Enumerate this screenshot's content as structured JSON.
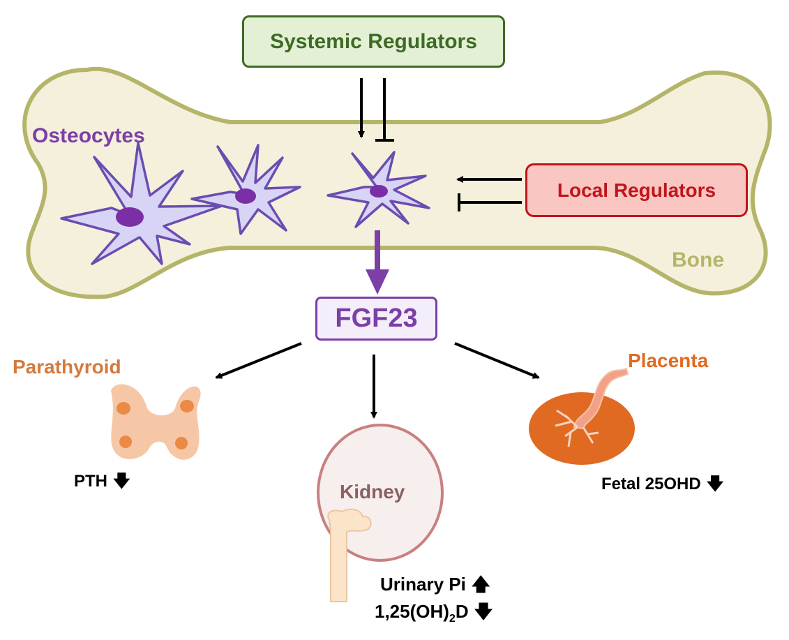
{
  "labels": {
    "systemic": "Systemic Regulators",
    "local": "Local Regulators",
    "osteocytes": "Osteocytes",
    "bone": "Bone",
    "fgf23": "FGF23",
    "parathyroid": "Parathyroid",
    "placenta": "Placenta",
    "kidney": "Kidney",
    "pth": "PTH",
    "fetal": "Fetal 25OHD",
    "urinary": "Urinary Pi",
    "vitd_prefix": "1,25(OH)",
    "vitd_sub": "2",
    "vitd_suffix": "D"
  },
  "effects": {
    "pth": "decrease",
    "fetal_25ohd": "decrease",
    "urinary_pi": "increase",
    "vitamin_d": "decrease"
  },
  "colors": {
    "systemic_text": "#3f6a25",
    "systemic_fill": "#e3f0d6",
    "local_text": "#c0141b",
    "local_fill": "#f9c6c2",
    "osteocyte": "#7b3fa6",
    "bone_fill": "#f5f0dc",
    "bone_stroke": "#b5b56a",
    "fgf23": "#7b3fa6",
    "parathyroid": "#d47a3c",
    "placenta": "#e06a22",
    "kidney": "#8a6060"
  }
}
